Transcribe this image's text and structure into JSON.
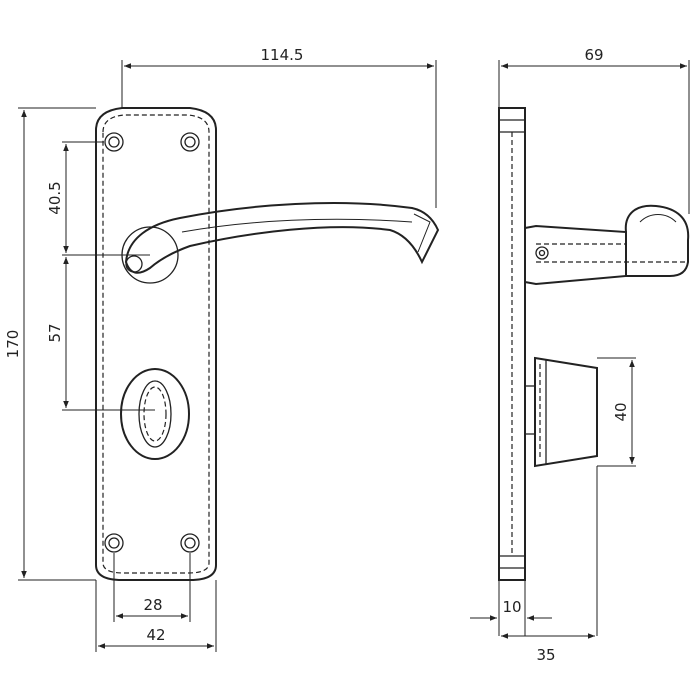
{
  "dimensions": {
    "overall_width": "114.5",
    "side_depth": "69",
    "plate_height": "170",
    "spindle_to_top_screw": "40.5",
    "spindle_to_keyhole": "57",
    "screw_spacing": "28",
    "plate_width": "42",
    "rose_height": "40",
    "plate_thickness": "10",
    "rose_projection": "35"
  },
  "colors": {
    "line": "#222222",
    "background": "#ffffff"
  }
}
